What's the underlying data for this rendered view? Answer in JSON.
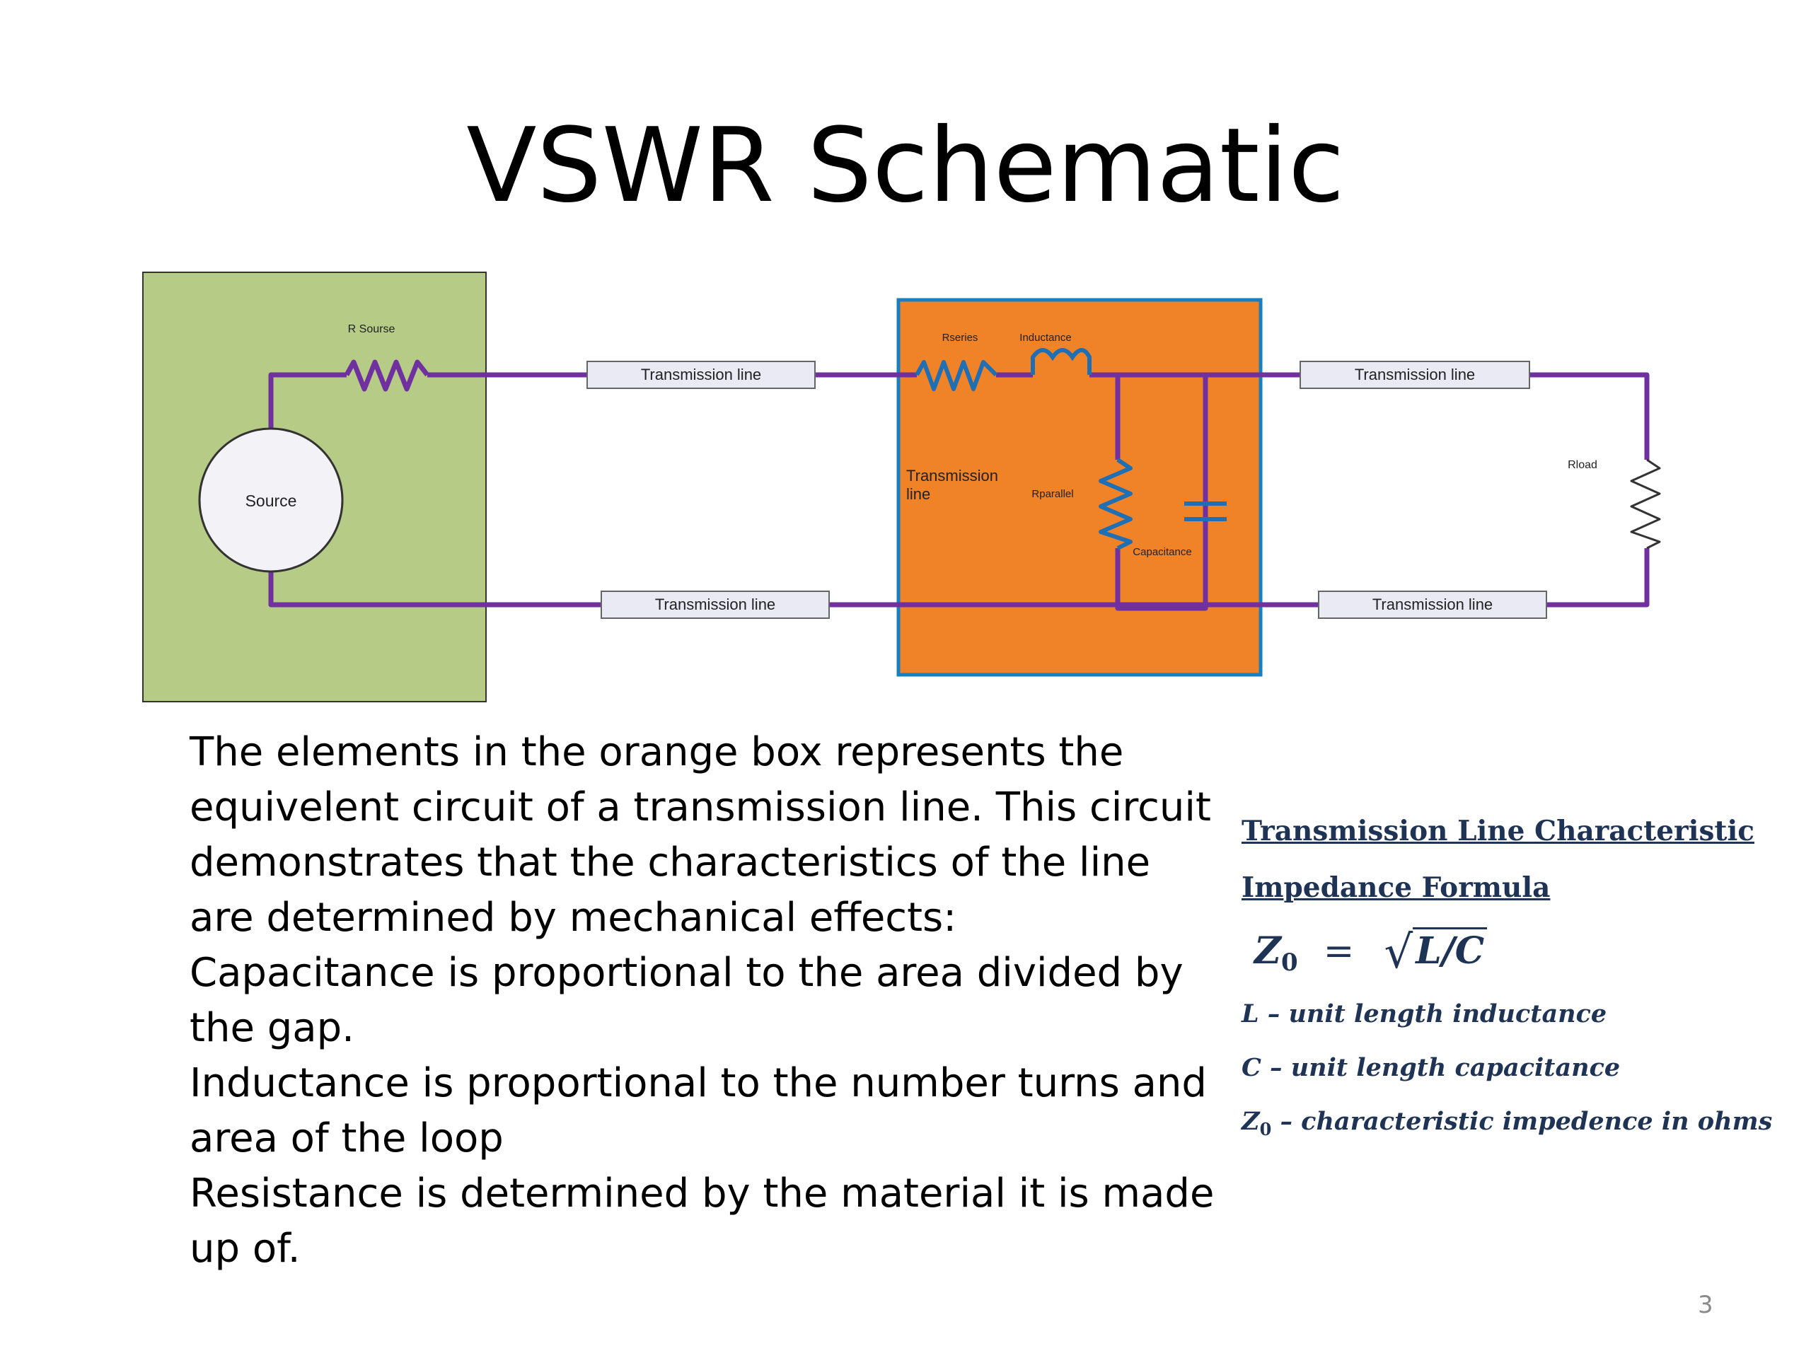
{
  "title": "VSWR Schematic",
  "diagram": {
    "labels": {
      "r_source": "R Sourse",
      "source": "Source",
      "tl_top_left": "Transmission line",
      "tl_bottom_left": "Transmission line",
      "rseries": "Rseries",
      "inductance": "Inductance",
      "orange_box_label_line1": "Transmission",
      "orange_box_label_line2": "line",
      "rparallel": "Rparallel",
      "capacitance": "Capacitance",
      "tl_top_right": "Transmission line",
      "tl_bottom_right": "Transmission line",
      "rload": "Rload"
    },
    "colors": {
      "source_box": "#b5cb86",
      "line_box": "#f08228",
      "line_box_border": "#1a7fc1",
      "wire": "#7030a0",
      "component": "#1f6fb5"
    }
  },
  "body_text": [
    "The elements in  the orange box represents the equivelent circuit of a transmission line. This circuit demonstrates that the characteristics of the line are determined by mechanical effects:",
    "Capacitance is proportional to the area divided by the gap.",
    "Inductance is proportional to the number turns and area of the loop",
    "Resistance is determined by the material it is made up of."
  ],
  "formula": {
    "heading_line1": "Transmission Line Characteristic",
    "heading_line2": "Impedance Formula",
    "eq_lhs": "Z",
    "eq_lhs_sub": "0",
    "eq_equals": "=",
    "eq_radicand": "L/C",
    "def_L_symbol": "L",
    "def_L_text": "– unit length inductance",
    "def_C_symbol": "C",
    "def_C_text": "– unit length capacitance",
    "def_Z_symbol": "Z",
    "def_Z_sub": "0",
    "def_Z_text": "–  characteristic impedence in ohms"
  },
  "page_number": "3"
}
